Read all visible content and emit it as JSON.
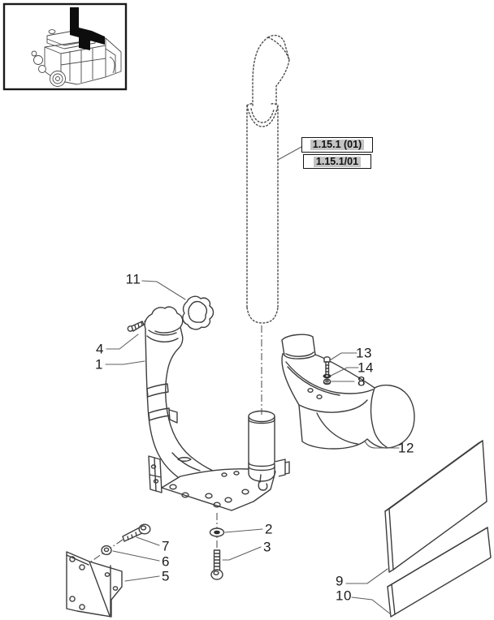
{
  "diagram": {
    "kind": "exploded-parts-drawing",
    "references": {
      "primary": "1.15.1 (01)",
      "secondary": "1.15.1/01"
    },
    "callouts": [
      {
        "id": "11"
      },
      {
        "id": "4"
      },
      {
        "id": "1"
      },
      {
        "id": "13"
      },
      {
        "id": "14"
      },
      {
        "id": "8"
      },
      {
        "id": "12"
      },
      {
        "id": "2"
      },
      {
        "id": "3"
      },
      {
        "id": "7"
      },
      {
        "id": "6"
      },
      {
        "id": "5"
      },
      {
        "id": "9"
      },
      {
        "id": "10"
      }
    ],
    "colors": {
      "line": "#3d3d3d",
      "leader": "#5f5f5f",
      "label": "#1c1c1c",
      "reference_highlight": "#c4c4c4",
      "background": "#ffffff",
      "location_marker": "#0d0d0d"
    }
  }
}
